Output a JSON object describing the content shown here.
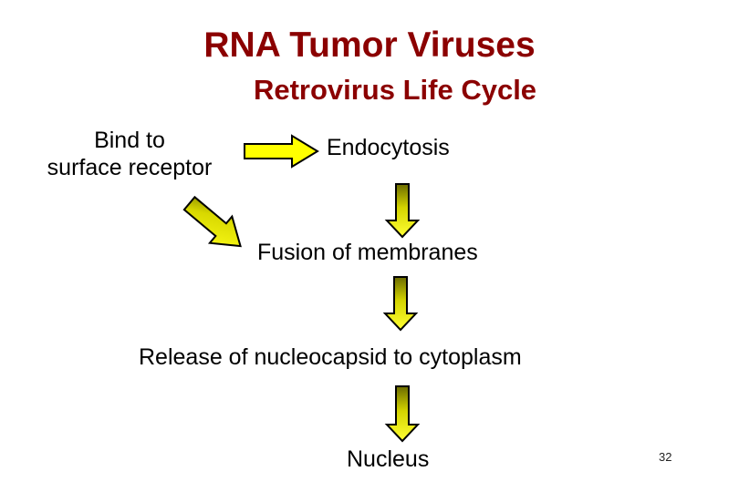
{
  "slide": {
    "background_color": "#ffffff",
    "title": "RNA Tumor Viruses",
    "subtitle": "Retrovirus Life Cycle",
    "title_color": "#8b0000",
    "page_number": "32"
  },
  "diagram": {
    "type": "flowchart",
    "text_color": "#000000",
    "arrow_fill_bright": "#ffff00",
    "arrow_fill_dark": "#6b6b00",
    "arrow_outline": "#000000",
    "steps": [
      {
        "id": "bind",
        "label": "Bind to\nsurface receptor"
      },
      {
        "id": "endocytosis",
        "label": "Endocytosis"
      },
      {
        "id": "fusion",
        "label": "Fusion of membranes"
      },
      {
        "id": "release",
        "label": "Release of nucleocapsid to cytoplasm"
      },
      {
        "id": "nucleus",
        "label": "Nucleus"
      }
    ],
    "step_labels": {
      "bind_line1": "Bind to",
      "bind_line2": "surface receptor",
      "endocytosis": "Endocytosis",
      "fusion": "Fusion of membranes",
      "release": "Release of nucleocapsid to cytoplasm",
      "nucleus": "Nucleus"
    },
    "arrows": [
      {
        "id": "arrow-right",
        "direction": "right",
        "from": "bind",
        "to": "endocytosis",
        "style": "flat-yellow"
      },
      {
        "id": "arrow-diagonal",
        "direction": "down-right",
        "from": "bind",
        "to": "fusion",
        "style": "gradient"
      },
      {
        "id": "arrow-down-1",
        "direction": "down",
        "from": "endocytosis",
        "to": "fusion",
        "style": "gradient"
      },
      {
        "id": "arrow-down-2",
        "direction": "down",
        "from": "fusion",
        "to": "release",
        "style": "gradient"
      },
      {
        "id": "arrow-down-3",
        "direction": "down",
        "from": "release",
        "to": "nucleus",
        "style": "gradient"
      }
    ]
  }
}
